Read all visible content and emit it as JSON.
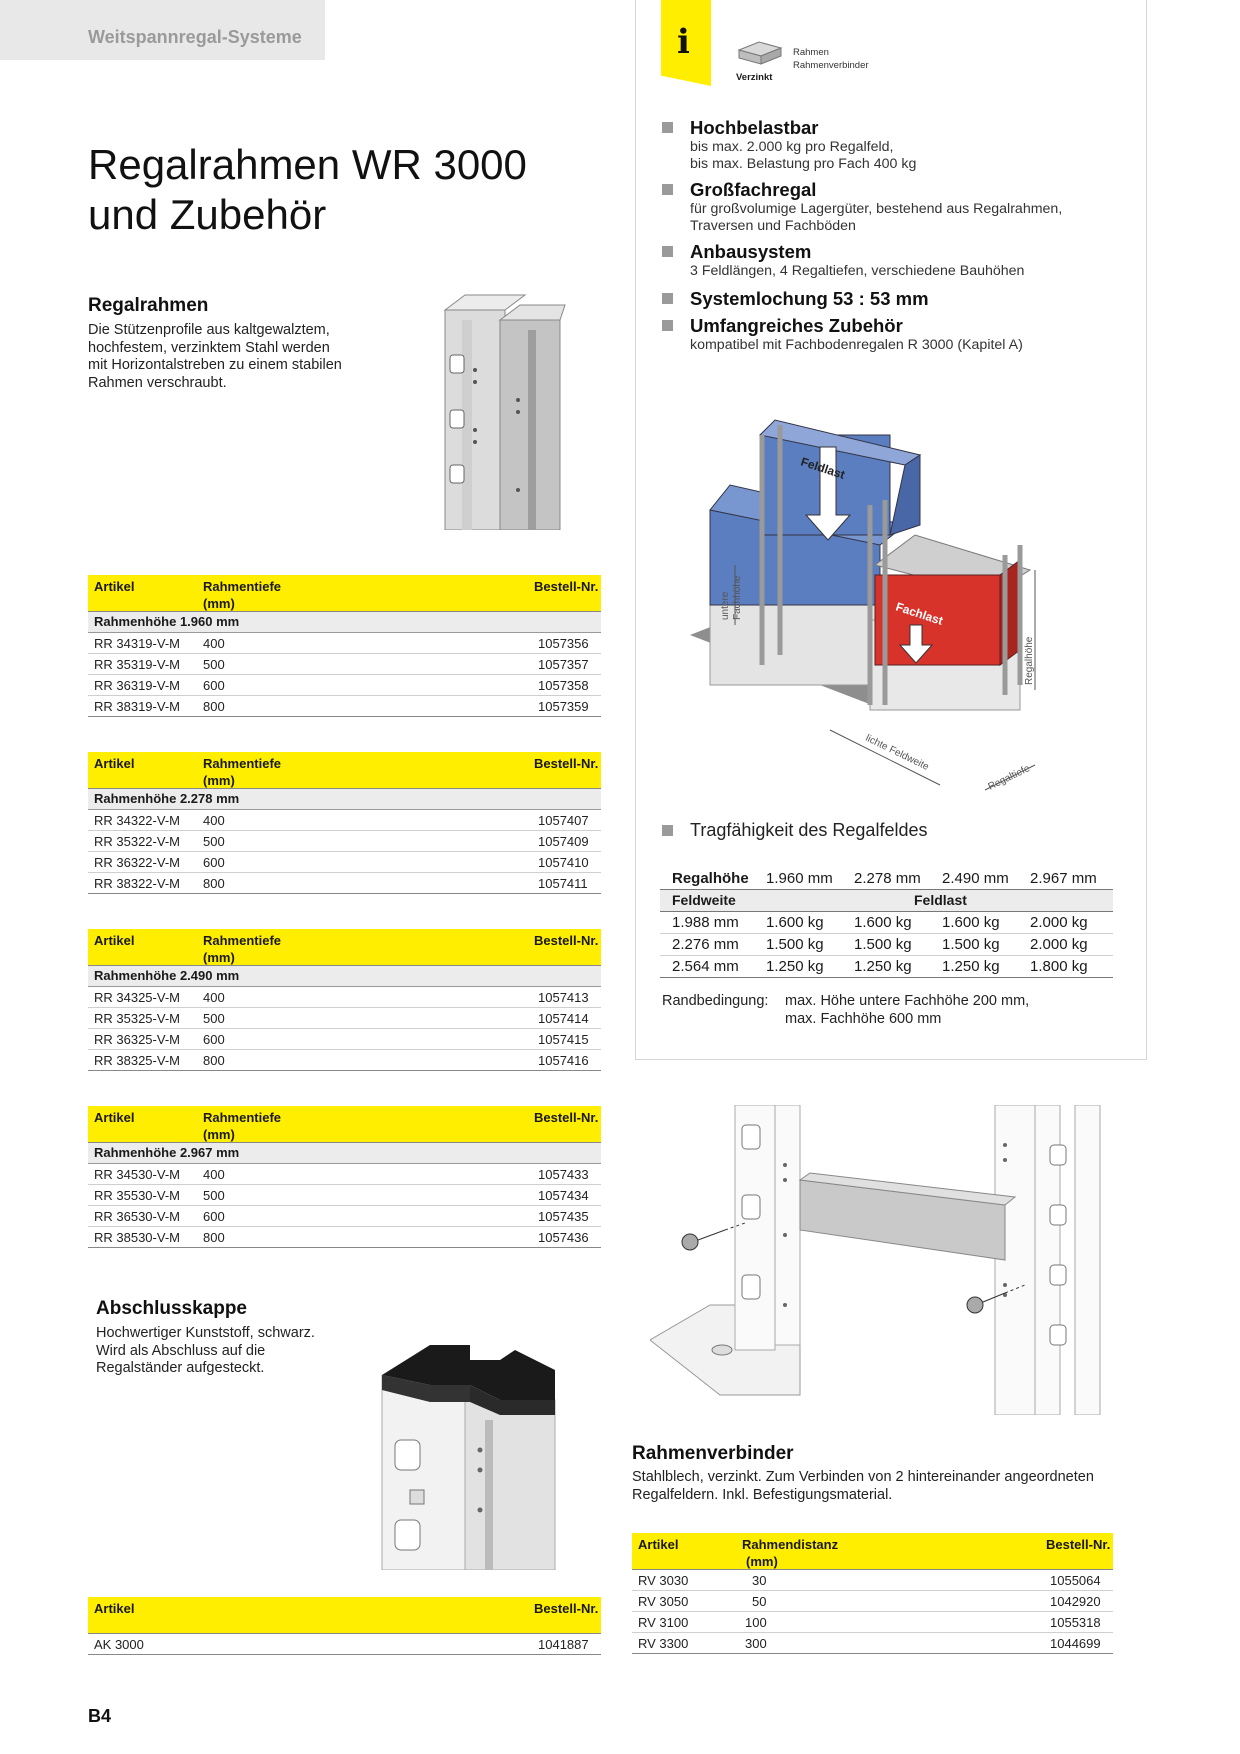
{
  "category": "Weitspannregal-Systeme",
  "title_line1": "Regalrahmen WR 3000",
  "title_line2": "und Zubehör",
  "regalrahmen": {
    "heading": "Regalrahmen",
    "text": [
      "Die Stützenprofile aus kaltgewalztem,",
      "hochfestem, verzinktem Stahl werden",
      "mit Horizontalstreben zu einem stabilen",
      "Rahmen verschraubt."
    ]
  },
  "info_badge": {
    "icon_letter": "i",
    "verzinkt": "Verzinkt",
    "labels": [
      "Rahmen",
      "Rahmenverbinder"
    ]
  },
  "features": [
    {
      "title": "Hochbelastbar",
      "desc": [
        "bis max. 2.000 kg pro Regalfeld,",
        "bis max. Belastung pro Fach 400 kg"
      ]
    },
    {
      "title": "Großfachregal",
      "desc": [
        "für großvolumige Lagergüter, bestehend aus Regalrahmen,",
        "Traversen und Fachböden"
      ]
    },
    {
      "title": "Anbausystem",
      "desc": [
        "3 Feldlängen, 4 Regaltiefen, verschiedene Bauhöhen"
      ]
    },
    {
      "title": "Systemlochung 53 : 53 mm",
      "desc": []
    },
    {
      "title": "Umfangreiches Zubehör",
      "desc": [
        "kompatibel mit Fachbodenregalen R 3000 (Kapitel A)"
      ]
    }
  ],
  "diagram_labels": {
    "feldlast": "Feldlast",
    "fachlast": "Fachlast",
    "untere_fachhoehe_1": "untere",
    "untere_fachhoehe_2": "Fachhöhe",
    "regalhoehe": "Regalhöhe",
    "lichte_feldweite": "lichte Feldweite",
    "regaltiefe": "Regaltiefe"
  },
  "frame_tables_header": {
    "artikel": "Artikel",
    "tiefe1": "Rahmentiefe",
    "tiefe2": "(mm)",
    "bestell": "Bestell-Nr."
  },
  "frame_tables": [
    {
      "group": "Rahmenhöhe 1.960 mm",
      "rows": [
        [
          "RR 34319-V-M",
          "400",
          "1057356"
        ],
        [
          "RR 35319-V-M",
          "500",
          "1057357"
        ],
        [
          "RR 36319-V-M",
          "600",
          "1057358"
        ],
        [
          "RR 38319-V-M",
          "800",
          "1057359"
        ]
      ]
    },
    {
      "group": "Rahmenhöhe 2.278 mm",
      "rows": [
        [
          "RR 34322-V-M",
          "400",
          "1057407"
        ],
        [
          "RR 35322-V-M",
          "500",
          "1057409"
        ],
        [
          "RR 36322-V-M",
          "600",
          "1057410"
        ],
        [
          "RR 38322-V-M",
          "800",
          "1057411"
        ]
      ]
    },
    {
      "group": "Rahmenhöhe 2.490 mm",
      "rows": [
        [
          "RR 34325-V-M",
          "400",
          "1057413"
        ],
        [
          "RR 35325-V-M",
          "500",
          "1057414"
        ],
        [
          "RR 36325-V-M",
          "600",
          "1057415"
        ],
        [
          "RR 38325-V-M",
          "800",
          "1057416"
        ]
      ]
    },
    {
      "group": "Rahmenhöhe 2.967 mm",
      "rows": [
        [
          "RR 34530-V-M",
          "400",
          "1057433"
        ],
        [
          "RR 35530-V-M",
          "500",
          "1057434"
        ],
        [
          "RR 36530-V-M",
          "600",
          "1057435"
        ],
        [
          "RR 38530-V-M",
          "800",
          "1057436"
        ]
      ]
    }
  ],
  "capacity": {
    "heading": "Tragfähigkeit des Regalfeldes",
    "head_label": "Regalhöhe",
    "heights": [
      "1.960 mm",
      "2.278 mm",
      "2.490 mm",
      "2.967 mm"
    ],
    "sub_label": "Feldweite",
    "sub_center": "Feldlast",
    "rows": [
      [
        "1.988 mm",
        "1.600 kg",
        "1.600 kg",
        "1.600 kg",
        "2.000 kg"
      ],
      [
        "2.276 mm",
        "1.500 kg",
        "1.500 kg",
        "1.500 kg",
        "2.000 kg"
      ],
      [
        "2.564 mm",
        "1.250 kg",
        "1.250 kg",
        "1.250 kg",
        "1.800 kg"
      ]
    ],
    "condition_label": "Randbedingung:",
    "condition_text": [
      "max. Höhe untere Fachhöhe 200 mm,",
      "max. Fachhöhe 600 mm"
    ]
  },
  "abschlusskappe": {
    "heading": "Abschlusskappe",
    "text": [
      "Hochwertiger Kunststoff, schwarz.",
      "Wird als Abschluss auf die",
      "Regalständer aufgesteckt."
    ],
    "table_header": {
      "artikel": "Artikel",
      "bestell": "Bestell-Nr."
    },
    "rows": [
      [
        "AK 3000",
        "1041887"
      ]
    ]
  },
  "rahmenverbinder": {
    "heading": "Rahmenverbinder",
    "text": [
      "Stahlblech, verzinkt. Zum Verbinden von 2 hintereinander angeordneten",
      "Regalfeldern. Inkl. Befestigungsmaterial."
    ],
    "table_header": {
      "artikel": "Artikel",
      "dist1": "Rahmendistanz",
      "dist2": "(mm)",
      "bestell": "Bestell-Nr."
    },
    "rows": [
      [
        "RV 3030",
        "30",
        "1055064"
      ],
      [
        "RV 3050",
        "50",
        "1042920"
      ],
      [
        "RV 3100",
        "100",
        "1055318"
      ],
      [
        "RV 3300",
        "300",
        "1044699"
      ]
    ]
  },
  "colors": {
    "yellow": "#ffee00",
    "blue_box": "#5b7ec0",
    "red_box": "#d7332b",
    "grey_bullet": "#9a9a9a"
  },
  "page_number": "B4"
}
